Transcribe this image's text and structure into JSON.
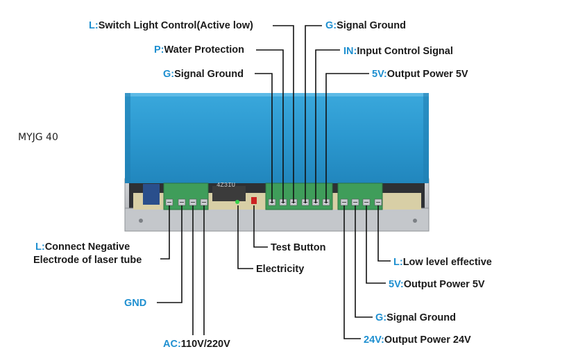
{
  "model_text": "MYJG 40",
  "colors": {
    "prefix": "#1e8fd0",
    "label": "#1a1a1a",
    "cover": "#2b98cf",
    "terminal": "#3f9d5a",
    "chassis": "#b9bcc1",
    "leader_line": "#111111"
  },
  "top_labels": [
    {
      "prefix": "L:",
      "text": "Switch Light Control(Active low)"
    },
    {
      "prefix": "G:",
      "text": "Signal Ground"
    },
    {
      "prefix": "P:",
      "text": "Water Protection"
    },
    {
      "prefix": "IN:",
      "text": "Input Control Signal"
    },
    {
      "prefix": "G:",
      "text": "Signal Ground"
    },
    {
      "prefix": "5V:",
      "text": "Output Power 5V"
    }
  ],
  "left_labels": [
    {
      "prefix": "L:",
      "text": "Connect Negative",
      "line2": "Electrode of laser tube"
    },
    {
      "prefix": "GND",
      "text": ""
    },
    {
      "prefix": "AC:",
      "text": "110V/220V"
    }
  ],
  "center_labels": [
    {
      "prefix": "",
      "text": "Test Button"
    },
    {
      "prefix": "",
      "text": "Electricity"
    }
  ],
  "right_labels": [
    {
      "prefix": "L:",
      "text": "Low level effective"
    },
    {
      "prefix": "5V:",
      "text": "Output Power 5V"
    },
    {
      "prefix": "G:",
      "text": "Signal Ground"
    },
    {
      "prefix": "24V:",
      "text": "Output Power 24V"
    }
  ],
  "board_marking": "4Z3IU"
}
